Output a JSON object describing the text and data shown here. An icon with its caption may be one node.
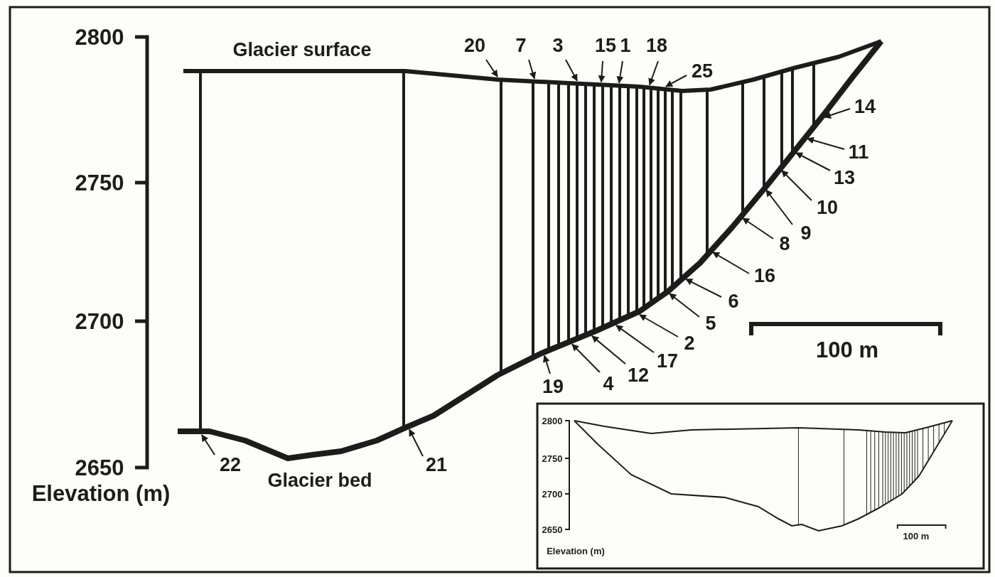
{
  "diagram": {
    "nodes": [
      {
        "text": [
          "20"
        ]
      },
      {
        "text": [
          "7"
        ]
      },
      {
        "text": [
          "3"
        ]
      },
      {
        "text": [
          "15"
        ]
      },
      {
        "text": [
          "1"
        ]
      },
      {
        "text": [
          "18"
        ]
      },
      {
        "text": [
          "25"
        ]
      },
      {
        "text": [
          "14"
        ]
      },
      {
        "text": [
          "11"
        ]
      },
      {
        "text": [
          "13"
        ]
      },
      {
        "text": [
          "10"
        ]
      },
      {
        "text": [
          "9"
        ]
      },
      {
        "text": [
          "8"
        ]
      },
      {
        "text": [
          "16"
        ]
      },
      {
        "text": [
          "6"
        ]
      },
      {
        "text": [
          "5"
        ]
      },
      {
        "text": [
          "2"
        ]
      },
      {
        "text": [
          "17"
        ]
      },
      {
        "text": [
          "12"
        ]
      },
      {
        "text": [
          "4"
        ]
      },
      {
        "text": [
          "19"
        ]
      },
      {
        "text": [
          "22"
        ]
      },
      {
        "text": [
          "21"
        ]
      }
    ],
    "edges": [
      {
        "from": 0,
        "to": null,
        "arrow": "to"
      },
      {
        "from": 1,
        "to": null,
        "arrow": "to"
      },
      {
        "from": 2,
        "to": null,
        "arrow": "to"
      },
      {
        "from": 3,
        "to": null,
        "arrow": "to"
      },
      {
        "from": 4,
        "to": null,
        "arrow": "to"
      },
      {
        "from": 5,
        "to": null,
        "arrow": "to"
      },
      {
        "from": 6,
        "to": null,
        "arrow": "to"
      },
      {
        "from": 7,
        "to": null,
        "arrow": "to"
      },
      {
        "from": 8,
        "to": null,
        "arrow": "to"
      },
      {
        "from": 9,
        "to": null,
        "arrow": "to"
      },
      {
        "from": 10,
        "to": null,
        "arrow": "to"
      },
      {
        "from": 11,
        "to": null,
        "arrow": "to"
      },
      {
        "from": 12,
        "to": null,
        "arrow": "to"
      },
      {
        "from": 13,
        "to": null,
        "arrow": "to"
      },
      {
        "from": 14,
        "to": null,
        "arrow": "to"
      },
      {
        "from": 15,
        "to": null,
        "arrow": "to"
      },
      {
        "from": 16,
        "to": null,
        "arrow": "to"
      },
      {
        "from": 17,
        "to": null,
        "arrow": "to"
      },
      {
        "from": 18,
        "to": null,
        "arrow": "to"
      },
      {
        "from": 19,
        "to": null,
        "arrow": "to"
      },
      {
        "from": 20,
        "to": null,
        "arrow": "to"
      },
      {
        "from": 21,
        "to": null,
        "arrow": "to"
      },
      {
        "from": 22,
        "to": null,
        "arrow": "to"
      }
    ],
    "labels": [
      "2800",
      "Glacier surface",
      "2750",
      "2700",
      "100 m",
      "2650",
      "Elevation (m)",
      "Glacier bed",
      "2800",
      "2750",
      "2700",
      "2650",
      "Elevation (m)",
      "100 m"
    ]
  }
}
